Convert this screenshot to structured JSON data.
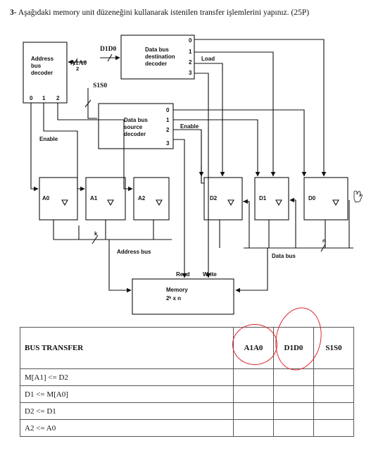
{
  "question": {
    "number": "3-",
    "text": "Aşağıdaki memory unit düzeneğini kullanarak istenilen transfer işlemlerini yapınız. (25P)"
  },
  "diagram": {
    "address_decoder": {
      "label_lines": [
        "Address",
        "bus",
        "decoder"
      ],
      "outputs": [
        "0",
        "1",
        "2"
      ],
      "input_label": "A1A0",
      "input_bits": "2"
    },
    "dest_decoder": {
      "label_lines": [
        "Data bus",
        "destination",
        "decoder"
      ],
      "outputs": [
        "0",
        "1",
        "2",
        "3"
      ],
      "input_label": "D1D0",
      "signal": "Load"
    },
    "source_decoder": {
      "label_lines": [
        "Data bus",
        "source",
        "decoder"
      ],
      "outputs": [
        "0",
        "1",
        "2",
        "3"
      ],
      "input_label": "S1S0",
      "signal": "Enable"
    },
    "enable_label": "Enable",
    "address_registers": [
      "A0",
      "A1",
      "A2"
    ],
    "data_registers": [
      "D2",
      "D1",
      "D0"
    ],
    "address_bus": {
      "label": "Address bus",
      "width": "k"
    },
    "data_bus": {
      "label": "Data bus",
      "width": "n"
    },
    "memory": {
      "title": "Memory",
      "size": "2ᵏ x n",
      "read": "Read",
      "write": "Write"
    }
  },
  "table": {
    "headers": [
      "BUS   TRANSFER",
      "A1A0",
      "D1D0",
      "S1S0"
    ],
    "rows": [
      [
        "M[A1] <= D2",
        "",
        "",
        ""
      ],
      [
        "D1 <= M[A0]",
        "",
        "",
        ""
      ],
      [
        "D2 <= D1",
        "",
        "",
        ""
      ],
      [
        "A2 <= A0",
        "",
        "",
        ""
      ]
    ]
  },
  "annotations": {
    "color": "#e0242a"
  }
}
